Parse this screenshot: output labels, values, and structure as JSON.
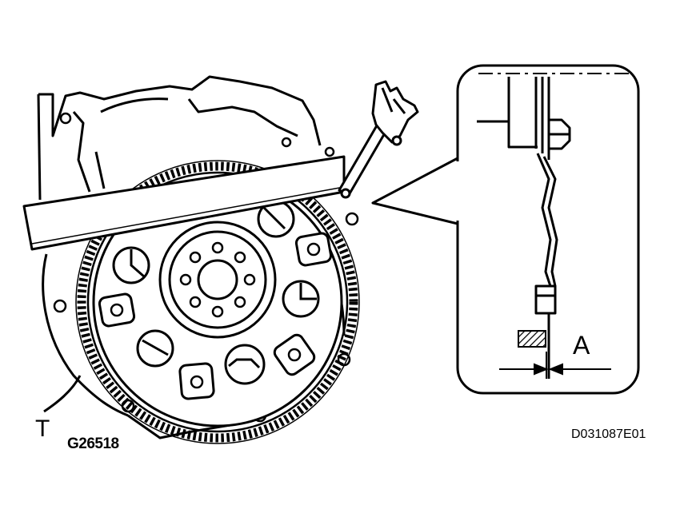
{
  "labels": {
    "view_marker": "T",
    "figure_number": "G26518",
    "document_code": "D031087E01",
    "dimension": "A"
  },
  "colors": {
    "ink": "#000000",
    "paper": "#ffffff"
  }
}
